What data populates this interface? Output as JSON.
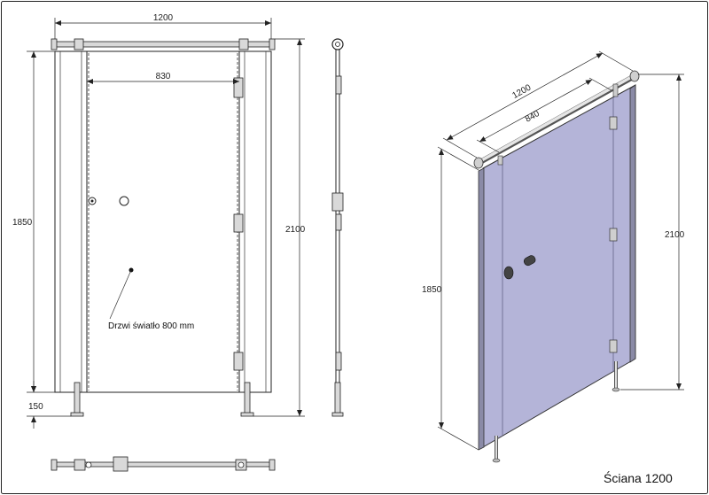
{
  "dimensions": {
    "front_width": "1200",
    "door_width": "830",
    "height_panel": "1850",
    "height_total": "2100",
    "foot_height": "150",
    "iso_width": "1200",
    "iso_door_width": "840",
    "iso_height_panel": "1850",
    "iso_height_total": "2100"
  },
  "door_label": "Drzwi  światło 800 mm",
  "title": "Ściana 1200",
  "colors": {
    "panel_fill": "#b4b4d8",
    "line": "#222222",
    "metal": "#d9d9d9"
  }
}
